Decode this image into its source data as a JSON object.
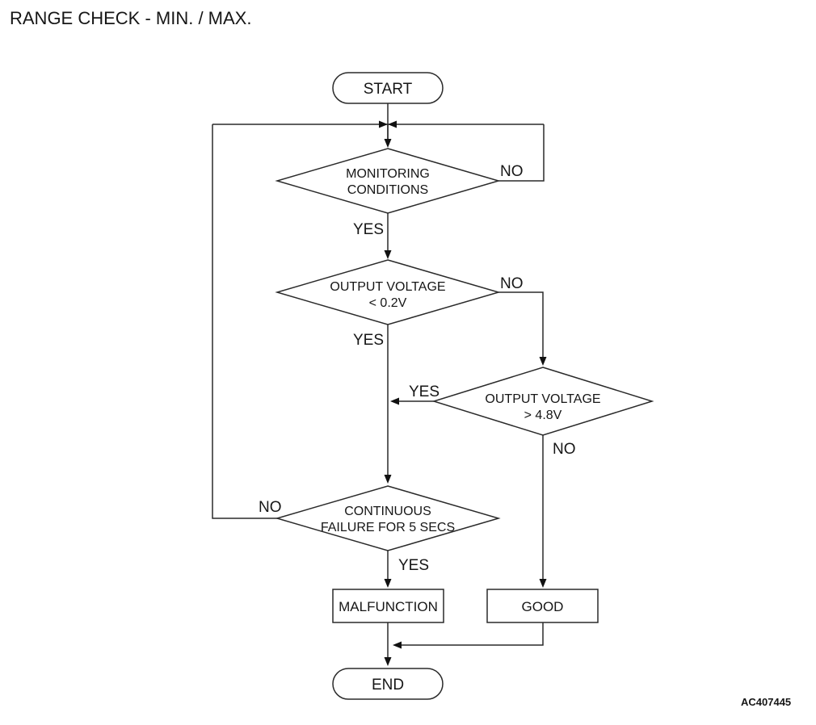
{
  "page": {
    "title": "RANGE CHECK - MIN. / MAX.",
    "figure_code": "AC407445"
  },
  "flowchart": {
    "nodes": {
      "start": {
        "label": "START"
      },
      "monitoring_conditions": {
        "line1": "MONITORING",
        "line2": "CONDITIONS"
      },
      "output_voltage_low": {
        "line1": "OUTPUT VOLTAGE",
        "line2": "< 0.2V"
      },
      "output_voltage_high": {
        "line1": "OUTPUT VOLTAGE",
        "line2": "> 4.8V"
      },
      "continuous_failure": {
        "line1": "CONTINUOUS",
        "line2": "FAILURE FOR 5 SECS"
      },
      "malfunction": {
        "label": "MALFUNCTION"
      },
      "good": {
        "label": "GOOD"
      },
      "end": {
        "label": "END"
      }
    },
    "edge_labels": {
      "monitoring_no": "NO",
      "monitoring_yes": "YES",
      "voltage_low_no": "NO",
      "voltage_low_yes": "YES",
      "voltage_high_yes": "YES",
      "voltage_high_no": "NO",
      "continuous_no": "NO",
      "continuous_yes": "YES"
    }
  }
}
